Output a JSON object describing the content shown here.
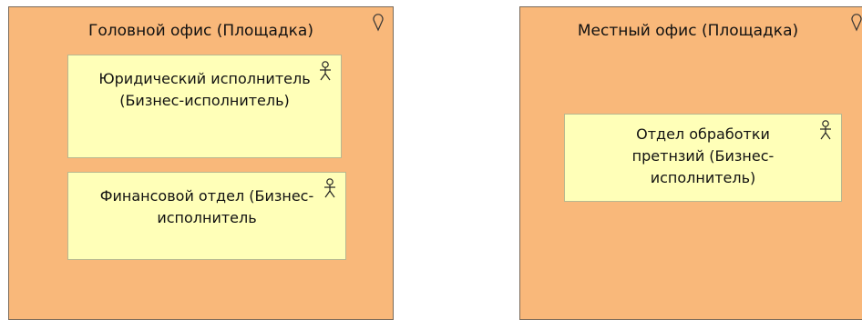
{
  "locations": [
    {
      "title": "Головной офис (Площадка)",
      "actors": [
        {
          "label": "Юридический исполнитель (Бизнес-исполнитель)"
        },
        {
          "label": "Финансовой отдел (Бизнес-исполнитель"
        }
      ]
    },
    {
      "title": "Местный офис (Площадка)",
      "actors": [
        {
          "label": "Отдел обработки претнзий (Бизнес-исполнитель)"
        }
      ]
    }
  ],
  "colors": {
    "location_fill": "#f9b87a",
    "actor_fill": "#ffffb8"
  }
}
